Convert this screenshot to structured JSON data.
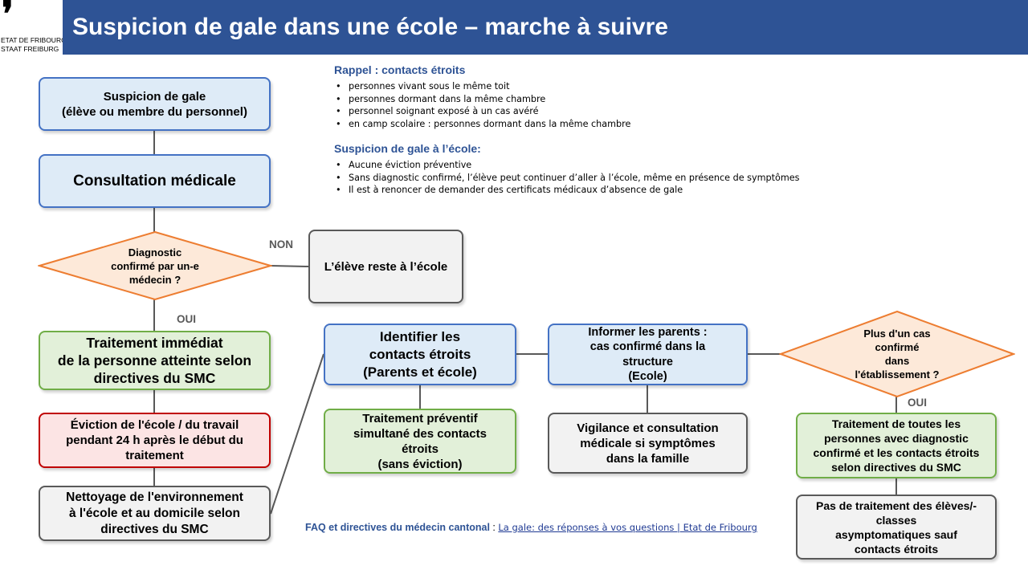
{
  "logo": {
    "line1": "ETAT DE FRIBOURG",
    "line2": "STAAT FREIBURG"
  },
  "header": {
    "title": "Suspicion de gale dans une école – marche à suivre"
  },
  "info_contacts": {
    "title": "Rappel : contacts étroits",
    "items": [
      "personnes vivant sous le même toit",
      "personnes dormant dans la même chambre",
      "personnel soignant exposé à un cas avéré",
      "en camp scolaire : personnes dormant dans la même chambre"
    ]
  },
  "info_school": {
    "title": "Suspicion de gale à l’école:",
    "items": [
      "Aucune éviction préventive",
      "Sans diagnostic confirmé, l’élève peut continuer d’aller à l’école, même en présence de symptômes",
      "Il est à renoncer de demander des certificats médicaux d’absence de gale"
    ]
  },
  "flow": {
    "suspicion": "Suspicion de gale\n(élève ou membre du personnel)",
    "consultation": "Consultation médicale",
    "diagnostic": "Diagnostic\nconfirmé par un-e\nmédecin ?",
    "label_non": "NON",
    "label_oui": "OUI",
    "reste_ecole": "L’élève reste à l’école",
    "traitement_immediat": "Traitement immédiat\nde la personne atteinte selon\ndirectives du SMC",
    "eviction": "Éviction de l'école / du travail\npendant 24 h après le début du\ntraitement",
    "nettoyage": "Nettoyage de l'environnement\nà l'école et au domicile selon\ndirectives du SMC",
    "identifier": "Identifier les\ncontacts étroits\n(Parents et école)",
    "traitement_preventif": "Traitement préventif\nsimultané des contacts\nétroits\n(sans éviction)",
    "informer": "Informer les parents :\ncas confirmé dans la\nstructure\n(Ecole)",
    "vigilance": "Vigilance et consultation\nmédicale si symptômes\ndans la famille",
    "plus_un_cas": "Plus d'un cas\nconfirmé\ndans\nl'établissement ?",
    "label_oui2": "OUI",
    "traitement_toutes": "Traitement de toutes les\npersonnes avec diagnostic\nconfirmé et les contacts étroits\nselon directives du SMC",
    "pas_traitement": "Pas de traitement des élèves/-\nclasses\nasymptomatiques sauf\ncontacts étroits"
  },
  "faq": {
    "label": "FAQ et directives du médecin cantonal",
    "separator": " : ",
    "link_text": "La gale: des réponses à vos questions | Etat de Fribourg"
  },
  "colors": {
    "header_blue": "#2e5395",
    "box_blue_fill": "#deebf7",
    "box_green_fill": "#e2f0d9",
    "box_red_fill": "#fce4e4",
    "box_gray_fill": "#f2f2f2",
    "diamond_fill": "#fde9d9",
    "diamond_border": "#ed7d31"
  }
}
